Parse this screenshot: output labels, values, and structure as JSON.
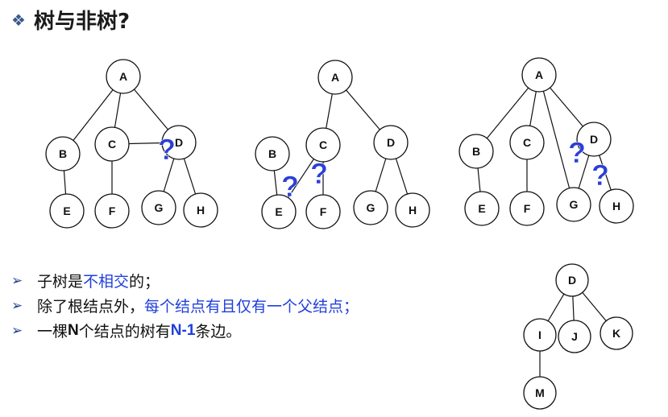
{
  "title": "树与非树?",
  "icons": {
    "title_bullet": "diamond-bullet-icon",
    "list_bullet": "arrowhead-bullet-icon"
  },
  "colors": {
    "question_mark": "#2b3fd6",
    "highlight": "#1f3fdc",
    "bullet": "#1f3f8f"
  },
  "question_mark": "?",
  "diagrams": [
    {
      "id": "tree1",
      "nodes": [
        {
          "id": "A",
          "label": "A"
        },
        {
          "id": "B",
          "label": "B"
        },
        {
          "id": "C",
          "label": "C"
        },
        {
          "id": "D",
          "label": "D"
        },
        {
          "id": "E",
          "label": "E"
        },
        {
          "id": "F",
          "label": "F"
        },
        {
          "id": "G",
          "label": "G"
        },
        {
          "id": "H",
          "label": "H"
        }
      ],
      "edges": [
        [
          "A",
          "B"
        ],
        [
          "A",
          "C"
        ],
        [
          "A",
          "D"
        ],
        [
          "B",
          "E"
        ],
        [
          "C",
          "F"
        ],
        [
          "D",
          "G"
        ],
        [
          "D",
          "H"
        ],
        [
          "C",
          "D"
        ]
      ]
    },
    {
      "id": "tree2",
      "nodes": [
        {
          "id": "A",
          "label": "A"
        },
        {
          "id": "B",
          "label": "B"
        },
        {
          "id": "C",
          "label": "C"
        },
        {
          "id": "D",
          "label": "D"
        },
        {
          "id": "E",
          "label": "E"
        },
        {
          "id": "F",
          "label": "F"
        },
        {
          "id": "G",
          "label": "G"
        },
        {
          "id": "H",
          "label": "H"
        }
      ],
      "edges": [
        [
          "A",
          "C"
        ],
        [
          "A",
          "D"
        ],
        [
          "B",
          "E"
        ],
        [
          "C",
          "F"
        ],
        [
          "D",
          "G"
        ],
        [
          "D",
          "H"
        ],
        [
          "C",
          "E"
        ]
      ]
    },
    {
      "id": "tree3",
      "nodes": [
        {
          "id": "A",
          "label": "A"
        },
        {
          "id": "B",
          "label": "B"
        },
        {
          "id": "C",
          "label": "C"
        },
        {
          "id": "D",
          "label": "D"
        },
        {
          "id": "E",
          "label": "E"
        },
        {
          "id": "F",
          "label": "F"
        },
        {
          "id": "G",
          "label": "G"
        },
        {
          "id": "H",
          "label": "H"
        }
      ],
      "edges": [
        [
          "A",
          "B"
        ],
        [
          "A",
          "C"
        ],
        [
          "A",
          "G"
        ],
        [
          "A",
          "D"
        ],
        [
          "B",
          "E"
        ],
        [
          "C",
          "F"
        ],
        [
          "D",
          "G"
        ],
        [
          "D",
          "H"
        ]
      ]
    },
    {
      "id": "tree4",
      "nodes": [
        {
          "id": "D",
          "label": "D"
        },
        {
          "id": "I",
          "label": "I"
        },
        {
          "id": "J",
          "label": "J"
        },
        {
          "id": "K",
          "label": "K"
        },
        {
          "id": "M",
          "label": "M"
        }
      ],
      "edges": [
        [
          "D",
          "I"
        ],
        [
          "D",
          "J"
        ],
        [
          "D",
          "K"
        ],
        [
          "I",
          "M"
        ]
      ]
    }
  ],
  "bullets": [
    {
      "parts": [
        {
          "text": "子树是"
        },
        {
          "text": "不相交",
          "style": "blue"
        },
        {
          "text": "的；"
        }
      ]
    },
    {
      "parts": [
        {
          "text": "除了根结点外，"
        },
        {
          "text": "每个结点有且仅有一个父结点；",
          "style": "blue"
        }
      ]
    },
    {
      "parts": [
        {
          "text": "一棵"
        },
        {
          "text": "N",
          "style": "bold"
        },
        {
          "text": "个结点的树有"
        },
        {
          "text": "N-1",
          "style": "blue bold"
        },
        {
          "text": "条边。"
        }
      ]
    }
  ]
}
